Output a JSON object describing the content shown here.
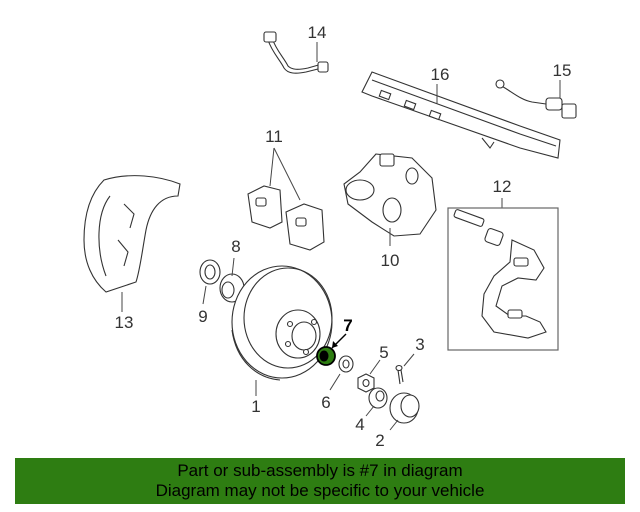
{
  "colors": {
    "banner_bg": "#2e7d12",
    "highlight_part": "#2e7d12",
    "line": "#333333"
  },
  "labels": {
    "p1": "1",
    "p2": "2",
    "p3": "3",
    "p4": "4",
    "p5": "5",
    "p6": "6",
    "p7": "7",
    "p8": "8",
    "p9": "9",
    "p10": "10",
    "p11": "11",
    "p12": "12",
    "p13": "13",
    "p14": "14",
    "p15": "15",
    "p16": "16"
  },
  "banner": {
    "line1": "Part or sub-assembly is #7 in diagram",
    "line2": "Diagram may not be specific to your vehicle"
  }
}
